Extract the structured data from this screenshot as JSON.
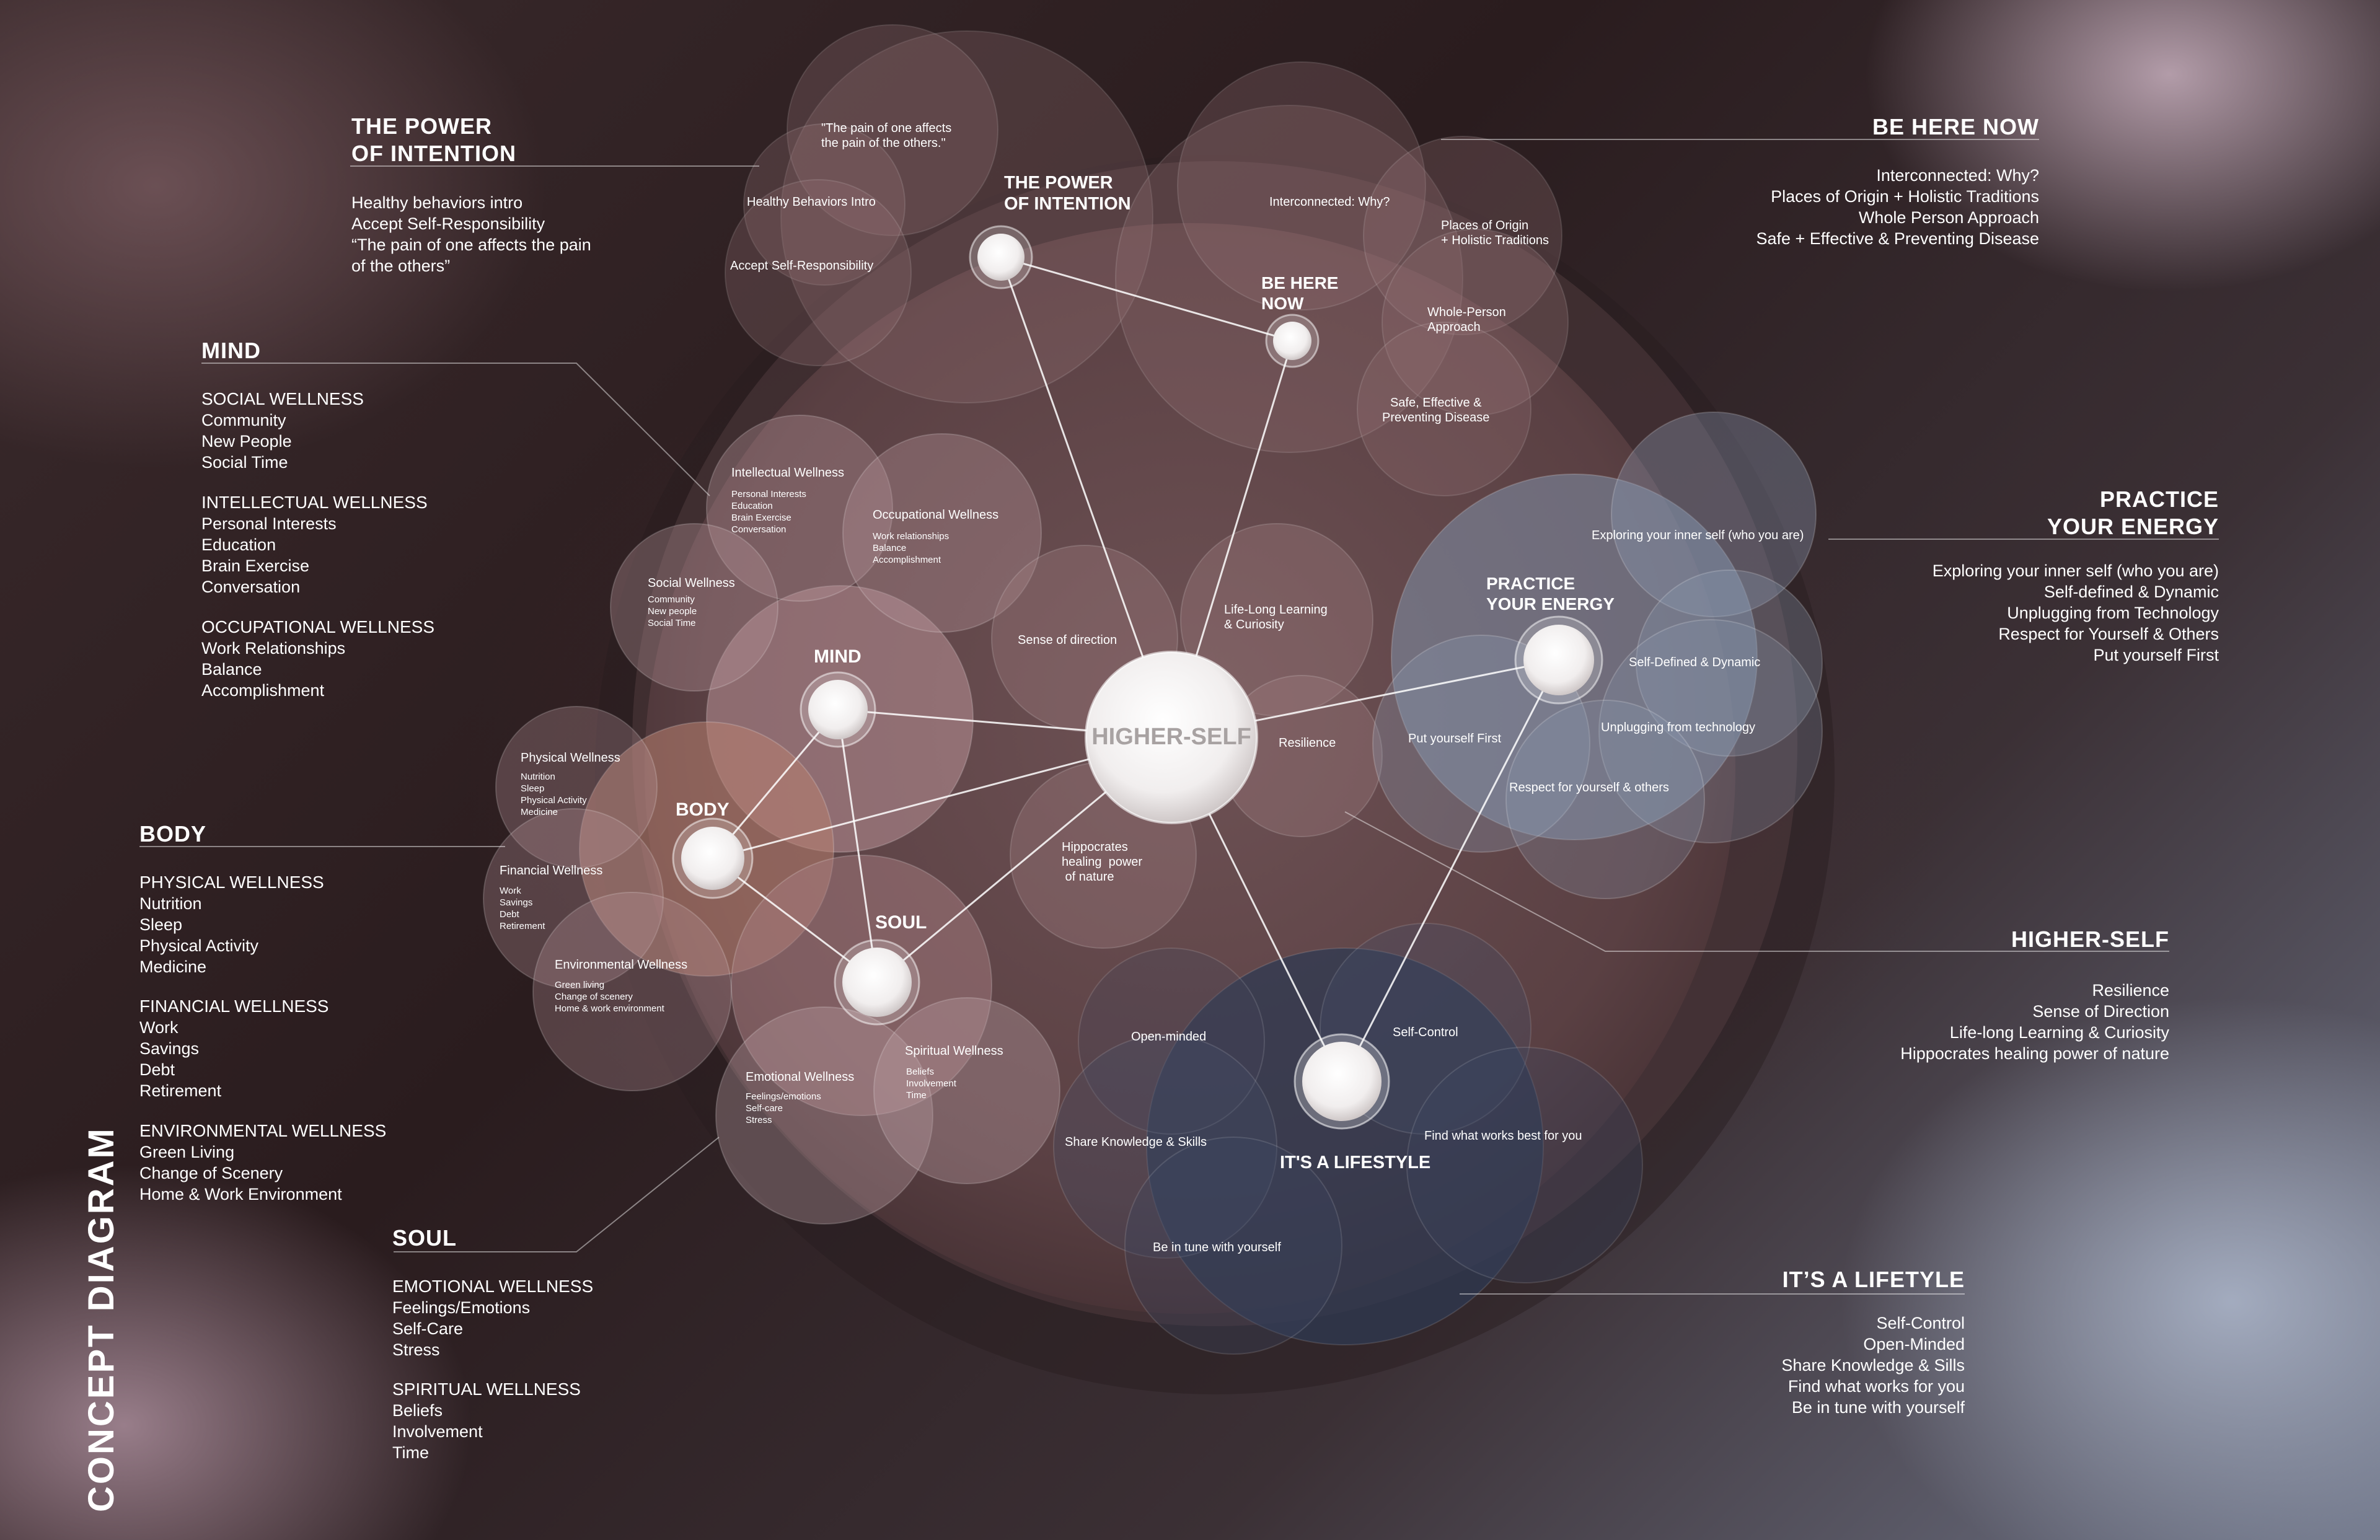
{
  "title": "CONCEPT DIAGRAM",
  "colors": {
    "mind_circle": "#b89095",
    "body_circle": "#b8806f",
    "soul_circle": "#a57c80",
    "energy_circle": "#7f8fa8",
    "lifestyle_circle": "#2f3a52",
    "outer_circle": "#6a4c50"
  },
  "nodes": {
    "center": "HIGHER-SELF",
    "mind": "MIND",
    "body": "BODY",
    "soul": "SOUL",
    "intention": "THE POWER\nOF INTENTION",
    "here_now": "BE HERE\nNOW",
    "energy": "PRACTICE\nYOUR ENERGY",
    "lifestyle": "IT'S A LIFESTYLE"
  },
  "circles": {
    "intellectual": {
      "title": "Intellectual Wellness",
      "items": "Personal Interests\nEducation\nBrain Exercise\nConversation"
    },
    "occupational": {
      "title": "Occupational Wellness",
      "items": "Work relationships\nBalance\nAccomplishment"
    },
    "social": {
      "title": "Social Wellness",
      "items": "Community\nNew people\nSocial Time"
    },
    "physical": {
      "title": "Physical Wellness",
      "items": "Nutrition\nSleep\nPhysical Activity\nMedicine"
    },
    "financial": {
      "title": "Financial Wellness",
      "items": "Work\nSavings\nDebt\nRetirement"
    },
    "environmental": {
      "title": "Environmental Wellness",
      "items": "Green living\nChange of scenery\nHome & work environment"
    },
    "emotional": {
      "title": "Emotional Wellness",
      "items": "Feelings/emotions\nSelf-care\nStress"
    },
    "spiritual": {
      "title": "Spiritual Wellness",
      "items": "Beliefs\nInvolvement\nTime"
    },
    "pain_quote": "\"The pain of one affects\nthe pain of the others.\"",
    "healthy_intro": "Healthy Behaviors Intro",
    "accept": "Accept Self-Responsibility",
    "interconnected": "Interconnected: Why?",
    "origin": "Places of Origin\n+ Holistic Traditions",
    "whole_person": "Whole-Person\nApproach",
    "safe": "Safe, Effective &\nPreventing Disease",
    "sense_direction": "Sense of direction",
    "lifelong": "Life-Long Learning\n& Curiosity",
    "resilience": "Resilience",
    "hippocrates": "Hippocrates\nhealing  power\n of nature",
    "exploring": "Exploring your inner self (who you are)",
    "self_defined": "Self-Defined & Dynamic",
    "put_first": "Put yourself First",
    "unplugging": "Unplugging from technology",
    "respect": "Respect for yourself & others",
    "open_minded": "Open-minded",
    "self_control": "Self-Control",
    "share": "Share Knowledge & Skills",
    "find_works": "Find what works best for you",
    "in_tune": "Be in tune with yourself"
  },
  "panels": {
    "intention": {
      "heading": "THE POWER\nOF INTENTION",
      "lines": "Healthy behaviors intro\nAccept Self-Responsibility\n“The pain of one affects the pain\nof the others”"
    },
    "mind": {
      "heading": "MIND",
      "s1_title": "SOCIAL WELLNESS",
      "s1_lines": "Community\nNew People\nSocial Time",
      "s2_title": "INTELLECTUAL WELLNESS",
      "s2_lines": "Personal Interests\nEducation\nBrain Exercise\nConversation",
      "s3_title": "OCCUPATIONAL WELLNESS",
      "s3_lines": "Work Relationships\nBalance\nAccomplishment"
    },
    "body": {
      "heading": "BODY",
      "s1_title": "PHYSICAL WELLNESS",
      "s1_lines": "Nutrition\nSleep\nPhysical Activity\nMedicine",
      "s2_title": "FINANCIAL WELLNESS",
      "s2_lines": "Work\nSavings\nDebt\nRetirement",
      "s3_title": "ENVIRONMENTAL WELLNESS",
      "s3_lines": "Green Living\nChange of Scenery\nHome & Work Environment"
    },
    "soul": {
      "heading": "SOUL",
      "s1_title": "EMOTIONAL WELLNESS",
      "s1_lines": "Feelings/Emotions\nSelf-Care\nStress",
      "s2_title": "SPIRITUAL WELLNESS",
      "s2_lines": "Beliefs\nInvolvement\nTime"
    },
    "here_now": {
      "heading": "BE HERE NOW",
      "lines": "Interconnected: Why?\nPlaces of Origin + Holistic Traditions\nWhole Person Approach\nSafe + Effective & Preventing Disease"
    },
    "energy": {
      "heading": "PRACTICE\nYOUR ENERGY",
      "lines": "Exploring your inner self (who you are)\nSelf-defined & Dynamic\nUnplugging from Technology\nRespect for Yourself & Others\nPut yourself First"
    },
    "higher_self": {
      "heading": "HIGHER-SELF",
      "lines": "Resilience\nSense of Direction\nLife-long Learning & Curiosity\nHippocrates healing power of nature"
    },
    "lifestyle": {
      "heading": "IT’S A LIFETYLE",
      "lines": "Self-Control\nOpen-Minded\nShare Knowledge & Sills\nFind what works for you\nBe in tune with yourself"
    }
  }
}
